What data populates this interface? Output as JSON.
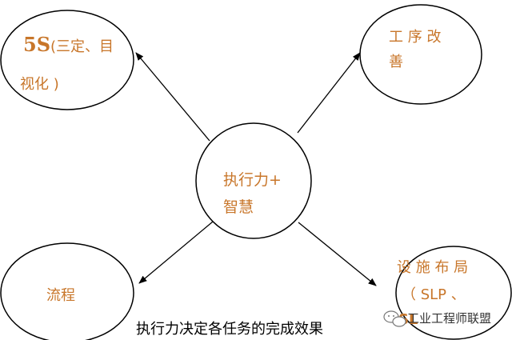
{
  "center": {
    "line1": "执行力+",
    "line2": "智慧"
  },
  "nodes": {
    "five_s": {
      "big": "5S",
      "rest": "(三定、目",
      "line2": "视化 )"
    },
    "process_improvement": {
      "line1": "工 序 改",
      "line2": "善"
    },
    "flow": {
      "label": "流程"
    },
    "layout": {
      "line1": "设 施 布 局",
      "line2": "（ SLP 、",
      "line3": "SL"
    }
  },
  "caption": "执行力决定各任务的完成效果",
  "watermark": "工业工程师联盟",
  "colors": {
    "node_text": "#c8762a",
    "stroke": "#000000"
  }
}
